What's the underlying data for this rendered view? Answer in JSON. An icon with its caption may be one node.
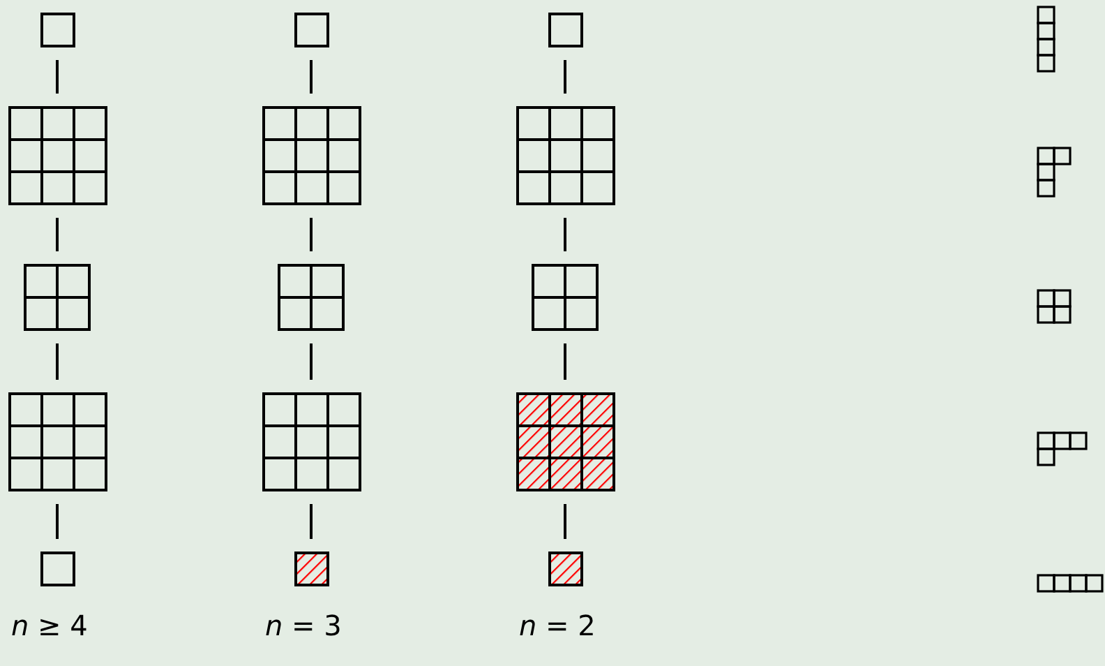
{
  "diagram": {
    "nodes": [
      {
        "text": [],
        "shape": "grid"
      },
      {
        "text": [],
        "shape": "grid"
      },
      {
        "text": [],
        "shape": "grid"
      },
      {
        "text": [],
        "shape": "grid"
      },
      {
        "text": [],
        "shape": "grid"
      },
      {
        "text": [],
        "shape": "grid"
      },
      {
        "text": [],
        "shape": "grid"
      },
      {
        "text": [],
        "shape": "grid"
      },
      {
        "text": [],
        "shape": "grid"
      },
      {
        "text": [],
        "shape": "hatched"
      },
      {
        "text": [],
        "shape": "grid"
      },
      {
        "text": [],
        "shape": "grid"
      },
      {
        "text": [],
        "shape": "grid"
      },
      {
        "text": [],
        "shape": "hatched"
      },
      {
        "text": [],
        "shape": "hatched"
      },
      {
        "text": [],
        "shape": "grid"
      },
      {
        "text": [],
        "shape": "grid"
      },
      {
        "text": [],
        "shape": "grid"
      },
      {
        "text": [],
        "shape": "grid"
      },
      {
        "text": [],
        "shape": "grid"
      }
    ],
    "edges": [
      {
        "from": 0,
        "to": 1,
        "arrow": "none"
      },
      {
        "from": 1,
        "to": 2,
        "arrow": "none"
      },
      {
        "from": 2,
        "to": 3,
        "arrow": "none"
      },
      {
        "from": 3,
        "to": 4,
        "arrow": "none"
      },
      {
        "from": 5,
        "to": 6,
        "arrow": "none"
      },
      {
        "from": 6,
        "to": 7,
        "arrow": "none"
      },
      {
        "from": 7,
        "to": 8,
        "arrow": "none"
      },
      {
        "from": 8,
        "to": 9,
        "arrow": "none"
      },
      {
        "from": 10,
        "to": 11,
        "arrow": "none"
      },
      {
        "from": 11,
        "to": 12,
        "arrow": "none"
      },
      {
        "from": 12,
        "to": 13,
        "arrow": "none"
      },
      {
        "from": 13,
        "to": 14,
        "arrow": "none"
      }
    ],
    "labels": [
      "*n* ≥ 4",
      "*n* = 3",
      "*n* = 2"
    ]
  }
}
